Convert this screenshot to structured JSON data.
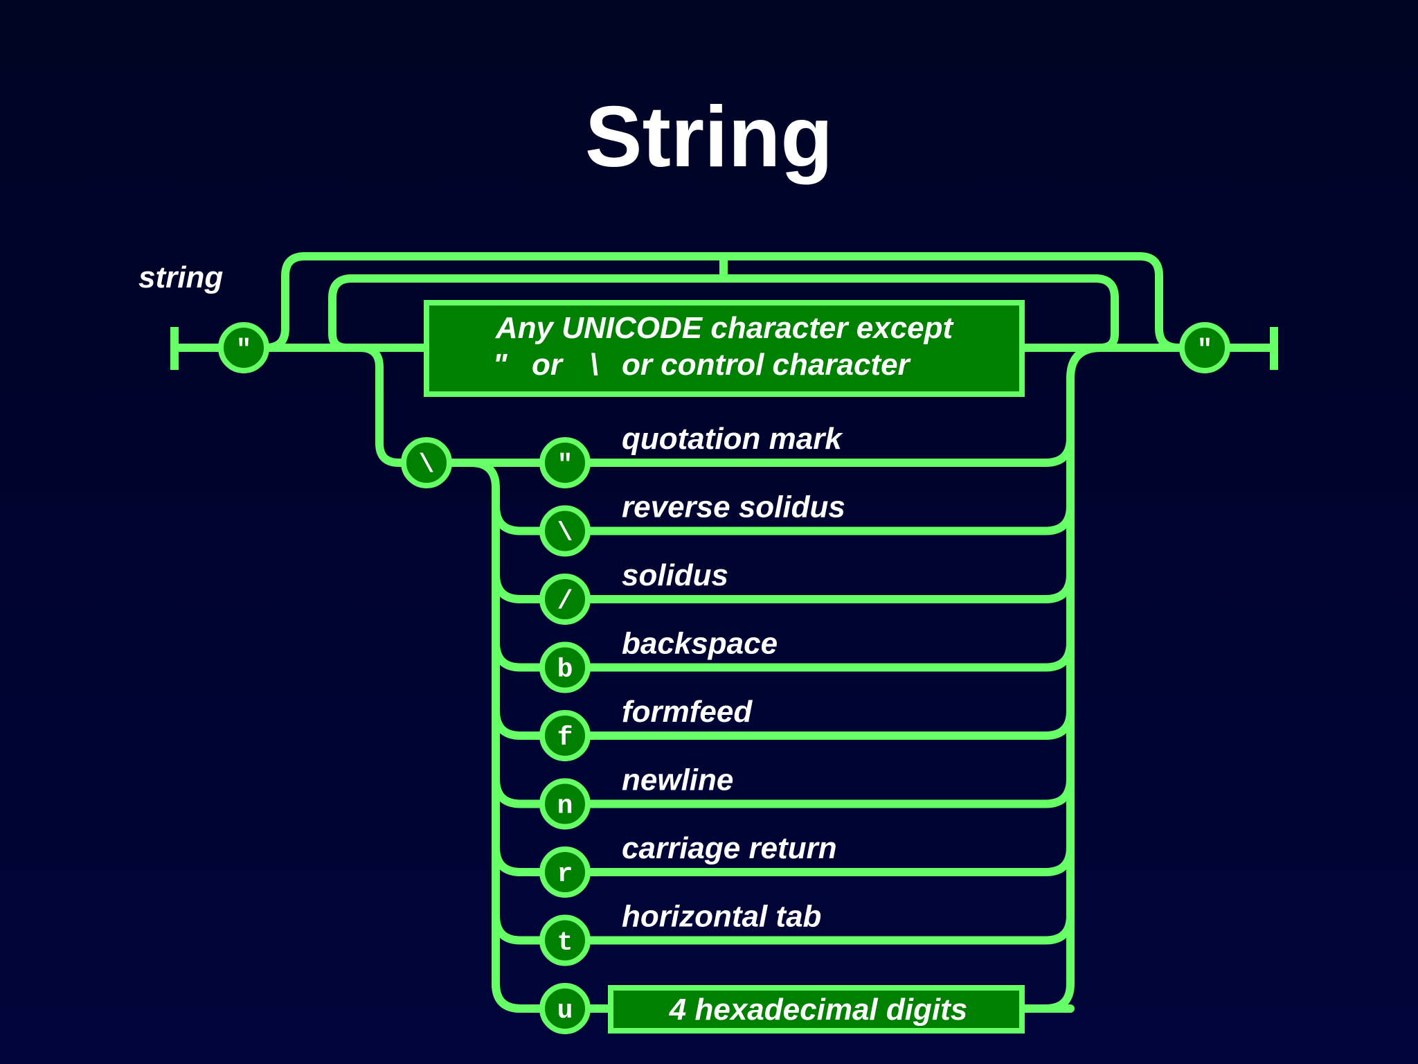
{
  "title": "String",
  "rule_name": "string",
  "quote_terminal": "\"",
  "escape_terminal": "\\",
  "any_char_box": {
    "line1": "Any UNICODE character except",
    "line2_quote": "\"",
    "line2_or1": "or",
    "line2_backslash": "\\",
    "line2_rest": "or control character"
  },
  "escapes": [
    {
      "char": "\"",
      "label": "quotation mark"
    },
    {
      "char": "\\",
      "label": "reverse solidus"
    },
    {
      "char": "/",
      "label": "solidus"
    },
    {
      "char": "b",
      "label": "backspace"
    },
    {
      "char": "f",
      "label": "formfeed"
    },
    {
      "char": "n",
      "label": "newline"
    },
    {
      "char": "r",
      "label": "carriage return"
    },
    {
      "char": "t",
      "label": "horizontal tab"
    },
    {
      "char": "u",
      "label": ""
    }
  ],
  "hex_box": "4 hexadecimal digits",
  "colors": {
    "track": "#66ff66",
    "node_fill": "#008000",
    "text": "#ffffff",
    "background": "#000428"
  }
}
